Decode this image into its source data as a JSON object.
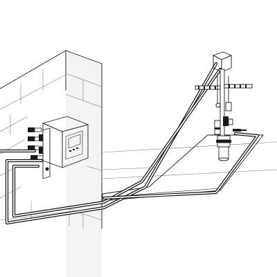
{
  "figure": {
    "elements": [
      "building-wall",
      "analyzer-transmitter",
      "cable-tray",
      "sensor-mast",
      "drain-pipe"
    ]
  },
  "colors": {
    "line": "#1a1a1a",
    "wall_shade": "#e3e3e3",
    "background": "#ffffff"
  }
}
